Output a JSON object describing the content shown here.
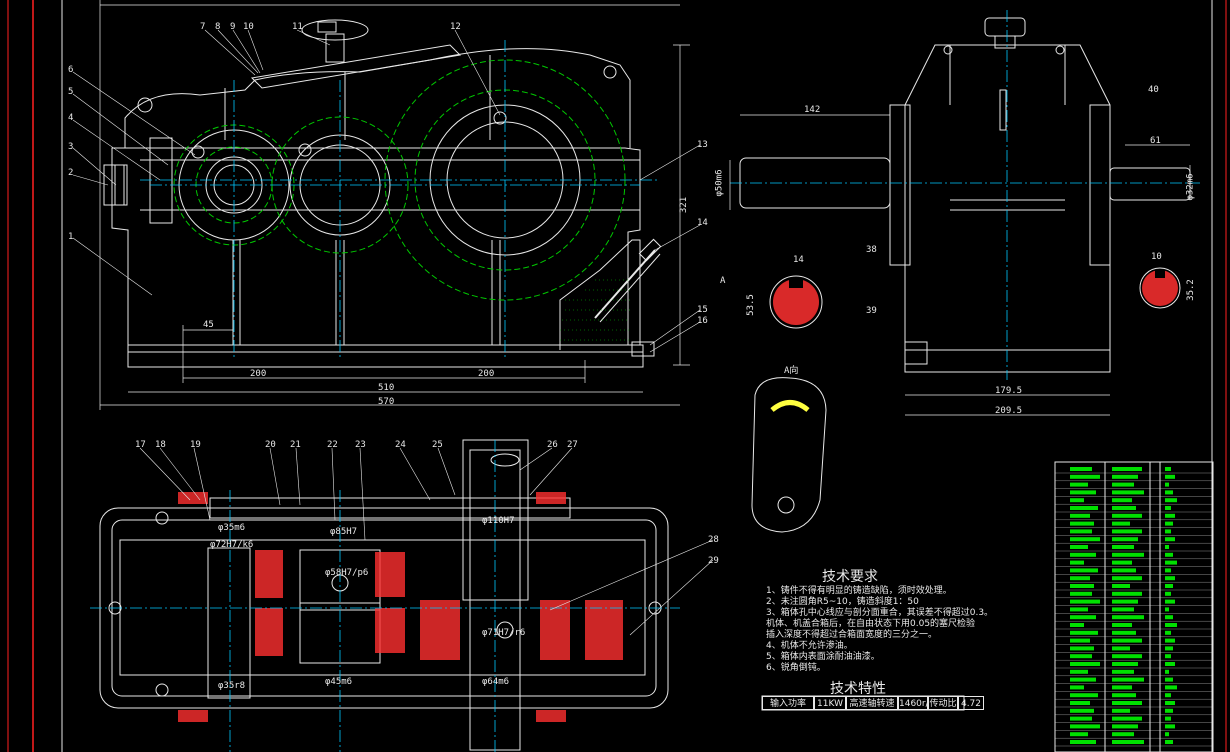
{
  "drawing": {
    "front_view": {
      "leaders": [
        "1",
        "2",
        "3",
        "4",
        "5",
        "6",
        "7",
        "8",
        "9",
        "10",
        "11",
        "12",
        "13",
        "14",
        "15",
        "16"
      ],
      "dims": {
        "d45": "45",
        "d200a": "200",
        "d200b": "200",
        "d510": "510",
        "d570": "570",
        "d321": "321"
      }
    },
    "side_view": {
      "leaders": [
        "38",
        "39",
        "40"
      ],
      "dims": {
        "d142": "142",
        "d61": "61",
        "d1795": "179.5",
        "d2095": "209.5",
        "dshaft_left": "φ50m6",
        "dshaft_right": "φ32m6"
      },
      "section_label": "A",
      "section_view_label": "A向",
      "key_sections": {
        "k14": "14",
        "k535": "53.5",
        "k10": "10",
        "k352": "35.2"
      }
    },
    "top_view": {
      "leaders": [
        "17",
        "18",
        "19",
        "20",
        "21",
        "22",
        "23",
        "24",
        "25",
        "26",
        "27",
        "28",
        "29"
      ],
      "fits": [
        "φ35m6",
        "φ72H7/k6",
        "φ85H7",
        "φ58H7/p6",
        "φ110H7",
        "φ71H7/r6",
        "φ35r8",
        "φ45m6",
        "φ64m6"
      ]
    },
    "requirements": {
      "title": "技术要求",
      "items": [
        "1、铸件不得有明显的铸造缺陷，须时效处理。",
        "2、未注圆角R5~10，铸造斜度1：50",
        "3、箱体孔中心线应与剖分面重合，其误差不得超过0.3。",
        "   机体、机盖合箱后，在自由状态下用0.05的塞尺检验",
        "   插入深度不得超过合箱面宽度的三分之一。",
        "4、机体不允许渗油。",
        "5、箱体内表面涂耐油油漆。",
        "6、锐角倒钝。"
      ]
    },
    "characteristics": {
      "title": "技术特性",
      "cells": [
        "输入功率",
        "11KW",
        "高速轴转速",
        "1460r/m",
        "传动比",
        "4.72"
      ]
    }
  },
  "colors": {
    "background": "#000000",
    "outline": "#e8e8e8",
    "centerline": "#00c8ff",
    "pitch": "#00c800",
    "dimension": "#ffff40",
    "section": "#ff3030",
    "frame": "#ff2020"
  },
  "icons": [
    "oil-level-gauge-icon",
    "breather-knob-icon"
  ]
}
